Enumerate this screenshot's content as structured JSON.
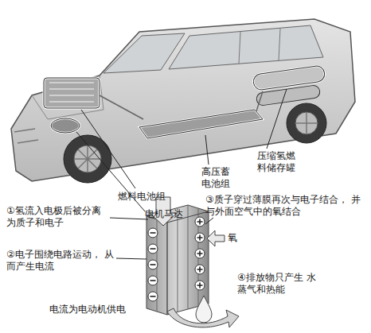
{
  "diagram": {
    "labels": [
      "燃料电池组",
      "电机马达",
      "高压蓄 电池组",
      "压缩氢燃 料储存罐",
      "①氢流入电极后被分离 为质子和电子",
      "③质子穿过薄膜再次与电子结合， 并与外面空气中的氧结合",
      "氧",
      "②电子围绕电路运动， 从而产生电流",
      "④排放物只产生 水蒸气和热能",
      "电流为电动机供电"
    ]
  }
}
